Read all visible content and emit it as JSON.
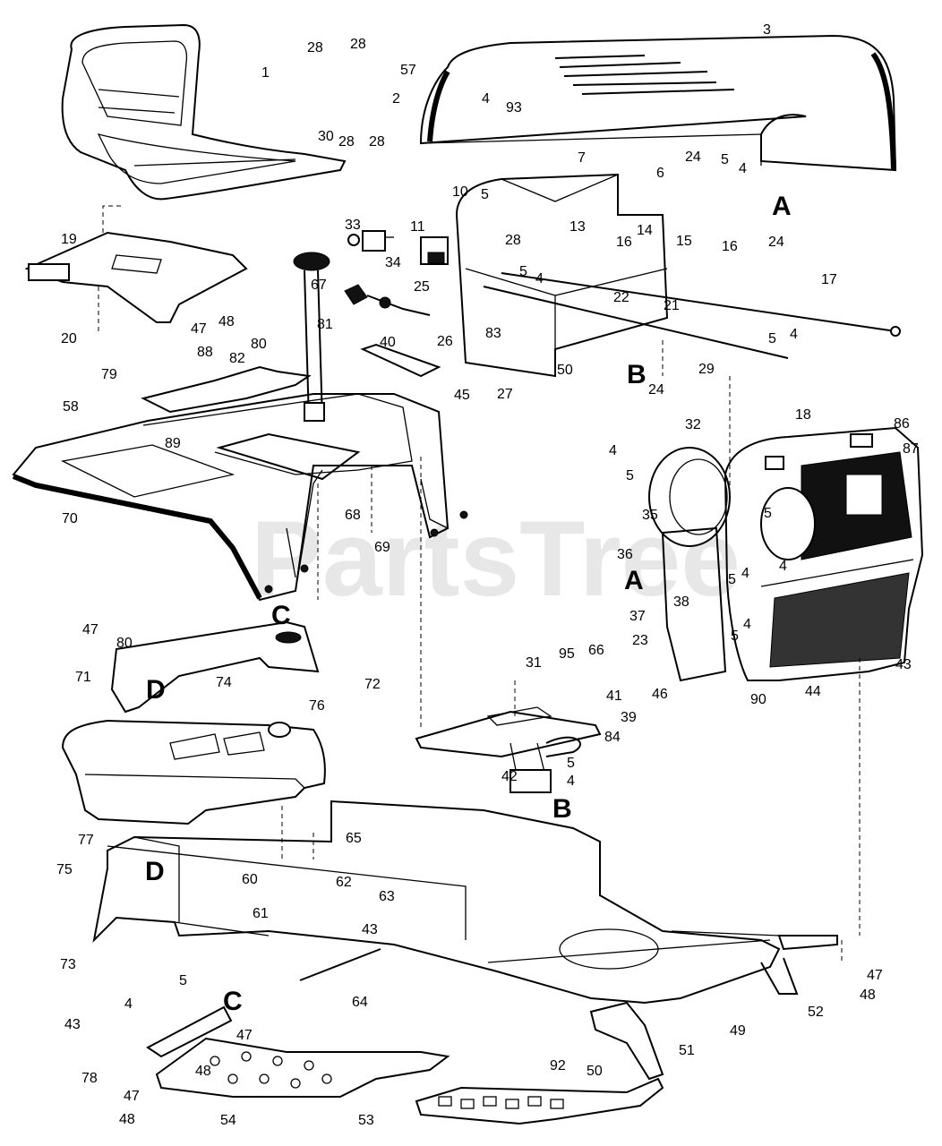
{
  "watermark": "PartsTree",
  "callouts": {
    "seat": "1",
    "pin_2": "2",
    "hood": "3",
    "hood_5": "5",
    "hood_4": "4",
    "hood_24": "24",
    "hood_6": "6",
    "hood_7": "7",
    "hood_93": "93",
    "hood_57": "57",
    "c10": "10",
    "c5a": "5",
    "c28a": "28",
    "c28b": "28",
    "c28c": "28",
    "c28d": "28",
    "c28e": "28",
    "c30": "30",
    "c11": "11",
    "c33": "33",
    "c34": "34",
    "c13": "13",
    "c14": "14",
    "c16a": "16",
    "c16b": "16",
    "c15": "15",
    "c24b": "24",
    "c19": "19",
    "c20": "20",
    "c47a": "47",
    "c48a": "48",
    "c67": "67",
    "c25": "25",
    "c5b": "5",
    "c4b": "4",
    "c22": "22",
    "c21": "21",
    "c17": "17",
    "c26": "26",
    "c83": "83",
    "c50a": "50",
    "c27": "27",
    "c29": "29",
    "c5c": "5",
    "c4c": "4",
    "c81": "81",
    "c40": "40",
    "c45": "45",
    "c79": "79",
    "c88": "88",
    "c82": "82",
    "c80a": "80",
    "c58": "58",
    "c89": "89",
    "c70": "70",
    "c68": "68",
    "c69": "69",
    "c18": "18",
    "c86": "86",
    "c87": "87",
    "c24c": "24",
    "c32": "32",
    "c4d": "4",
    "c5d": "5",
    "c35": "35",
    "c5e": "5",
    "c36": "36",
    "c5f": "5",
    "c4e": "4",
    "c4f": "4",
    "c37": "37",
    "c38": "38",
    "c23": "23",
    "c4g": "4",
    "c5g": "5",
    "c43a": "43",
    "c46": "46",
    "c90": "90",
    "c44": "44",
    "c47b": "47",
    "c80b": "80",
    "c71": "71",
    "c74": "74",
    "c72": "72",
    "c31": "31",
    "c95": "95",
    "c66": "66",
    "c41": "41",
    "c39": "39",
    "c84": "84",
    "c76": "76",
    "c42": "42",
    "c5h": "5",
    "c4h": "4",
    "c77": "77",
    "c65": "65",
    "c75": "75",
    "c60": "60",
    "c62": "62",
    "c63": "63",
    "c61": "61",
    "c43b": "43",
    "c73": "73",
    "c64": "64",
    "c5i": "5",
    "c4i": "4",
    "c43c": "43",
    "c78": "78",
    "c47c": "47",
    "c48b": "48",
    "c47d": "47",
    "c48c": "48",
    "c54": "54",
    "c53": "53",
    "c92": "92",
    "c50b": "50",
    "c51": "51",
    "c49": "49",
    "c52": "52",
    "c47e": "47",
    "c48d": "48"
  },
  "refs": {
    "A_right": "A",
    "A_left": "A",
    "B_top": "B",
    "B_mid": "B",
    "C_top": "C",
    "C_bottom": "C",
    "D_left": "D",
    "D_frame": "D"
  }
}
